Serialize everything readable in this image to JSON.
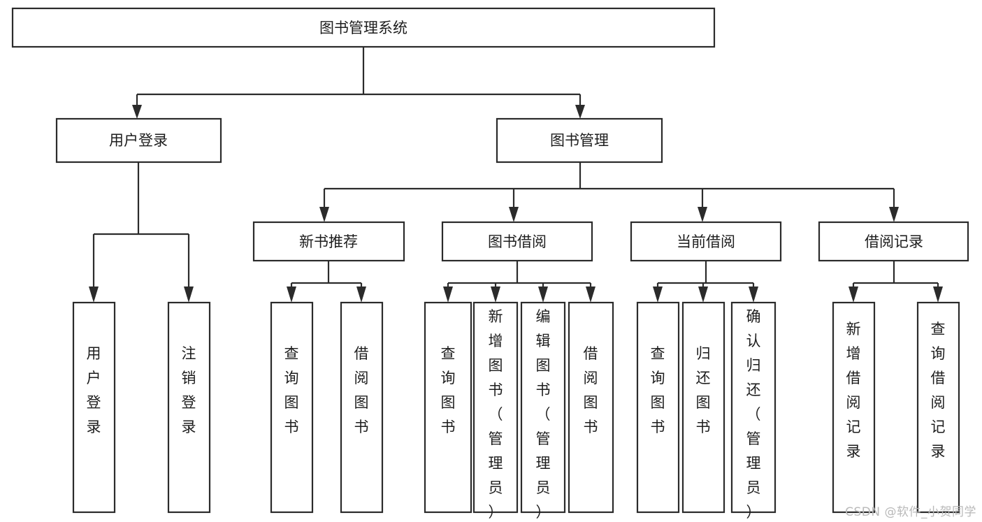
{
  "diagram": {
    "type": "tree",
    "title": "图书管理系统",
    "watermark": "CSDN @软件_小贺同学",
    "nodes": {
      "root": {
        "label": "图书管理系统",
        "orientation": "horizontal"
      },
      "l2": [
        {
          "id": "user-login",
          "label": "用户登录",
          "orientation": "horizontal"
        },
        {
          "id": "book-manage",
          "label": "图书管理",
          "orientation": "horizontal"
        }
      ],
      "l3": [
        {
          "id": "new-book-recommend",
          "label": "新书推荐",
          "orientation": "horizontal"
        },
        {
          "id": "book-borrow",
          "label": "图书借阅",
          "orientation": "horizontal"
        },
        {
          "id": "current-borrow",
          "label": "当前借阅",
          "orientation": "horizontal"
        },
        {
          "id": "borrow-record",
          "label": "借阅记录",
          "orientation": "horizontal"
        }
      ],
      "leaves": {
        "user_login": [
          {
            "id": "leaf-user-login",
            "label": "用户登录",
            "orientation": "vertical"
          },
          {
            "id": "leaf-logout",
            "label": "注销登录",
            "orientation": "vertical"
          }
        ],
        "new_book_recommend": [
          {
            "id": "leaf-query-book-1",
            "label": "查询图书",
            "orientation": "vertical"
          },
          {
            "id": "leaf-borrow-book-1",
            "label": "借阅图书",
            "orientation": "vertical"
          }
        ],
        "book_borrow": [
          {
            "id": "leaf-query-book-2",
            "label": "查询图书",
            "orientation": "vertical"
          },
          {
            "id": "leaf-add-book",
            "label": "新增图书（管理员）",
            "orientation": "vertical"
          },
          {
            "id": "leaf-edit-book",
            "label": "编辑图书（管理员）",
            "orientation": "vertical"
          },
          {
            "id": "leaf-borrow-book-2",
            "label": "借阅图书",
            "orientation": "vertical"
          }
        ],
        "current_borrow": [
          {
            "id": "leaf-query-book-3",
            "label": "查询图书",
            "orientation": "vertical"
          },
          {
            "id": "leaf-return-book",
            "label": "归还图书",
            "orientation": "vertical"
          },
          {
            "id": "leaf-confirm-return",
            "label": "确认归还（管理员）",
            "orientation": "vertical"
          }
        ],
        "borrow_record": [
          {
            "id": "leaf-add-record",
            "label": "新增借阅记录",
            "orientation": "vertical"
          },
          {
            "id": "leaf-query-record",
            "label": "查询借阅记录",
            "orientation": "vertical"
          }
        ]
      }
    },
    "colors": {
      "box_stroke": "#2b2b2b",
      "box_fill": "#ffffff",
      "text": "#1d1d1d",
      "connector": "#2b2b2b",
      "background": "#ffffff",
      "watermark": "#b9b9b9"
    }
  }
}
